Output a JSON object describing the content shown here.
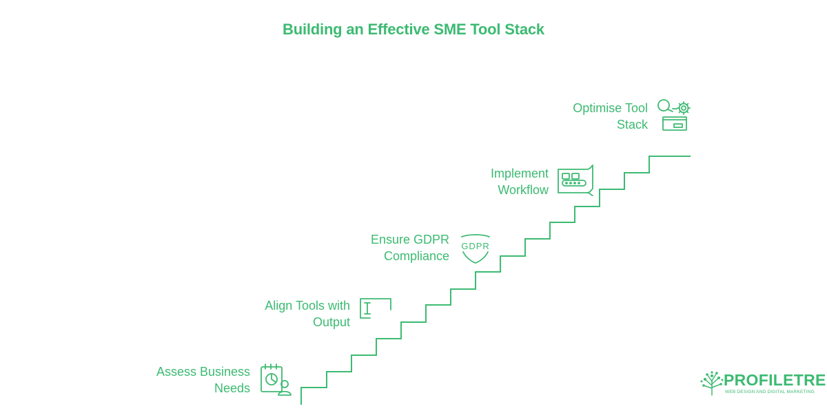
{
  "title": "Building an Effective SME Tool Stack",
  "steps": [
    {
      "line1": "Assess Business",
      "line2": "Needs",
      "icon": "calendar-user-icon"
    },
    {
      "line1": "Align Tools with",
      "line2": "Output",
      "icon": "text-cursor-box-icon"
    },
    {
      "line1": "Ensure GDPR",
      "line2": "Compliance",
      "icon": "gdpr-shield-icon"
    },
    {
      "line1": "Implement",
      "line2": "Workflow",
      "icon": "conveyor-belt-icon"
    },
    {
      "line1": "Optimise Tool",
      "line2": "Stack",
      "icon": "search-gear-icon"
    }
  ],
  "logo": {
    "name": "PROFILETREE",
    "tagline": "WEB DESIGN AND DIGITAL MARKETING"
  },
  "colors": {
    "accent": "#3cba72",
    "background": "#ffffff"
  }
}
